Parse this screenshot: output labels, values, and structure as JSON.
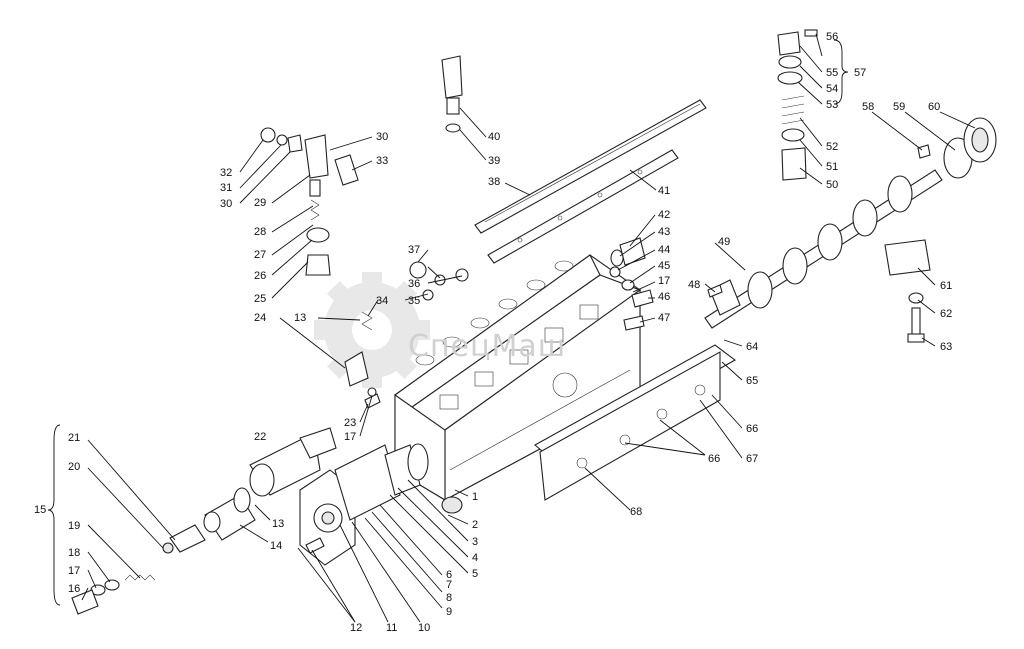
{
  "watermark": {
    "text": "СпецМаш",
    "color": "#cfcfcf"
  },
  "callouts": [
    "1",
    "2",
    "3",
    "4",
    "5",
    "6",
    "7",
    "8",
    "9",
    "10",
    "11",
    "12",
    "13",
    "13",
    "14",
    "15",
    "16",
    "17",
    "17",
    "17",
    "18",
    "19",
    "20",
    "21",
    "22",
    "23",
    "24",
    "25",
    "26",
    "27",
    "28",
    "29",
    "30",
    "30",
    "31",
    "32",
    "33",
    "34",
    "35",
    "36",
    "37",
    "38",
    "39",
    "40",
    "41",
    "42",
    "43",
    "44",
    "45",
    "46",
    "47",
    "48",
    "49",
    "50",
    "51",
    "52",
    "53",
    "54",
    "55",
    "56",
    "57",
    "58",
    "59",
    "60",
    "61",
    "62",
    "63",
    "64",
    "65",
    "66",
    "66",
    "67",
    "68"
  ]
}
